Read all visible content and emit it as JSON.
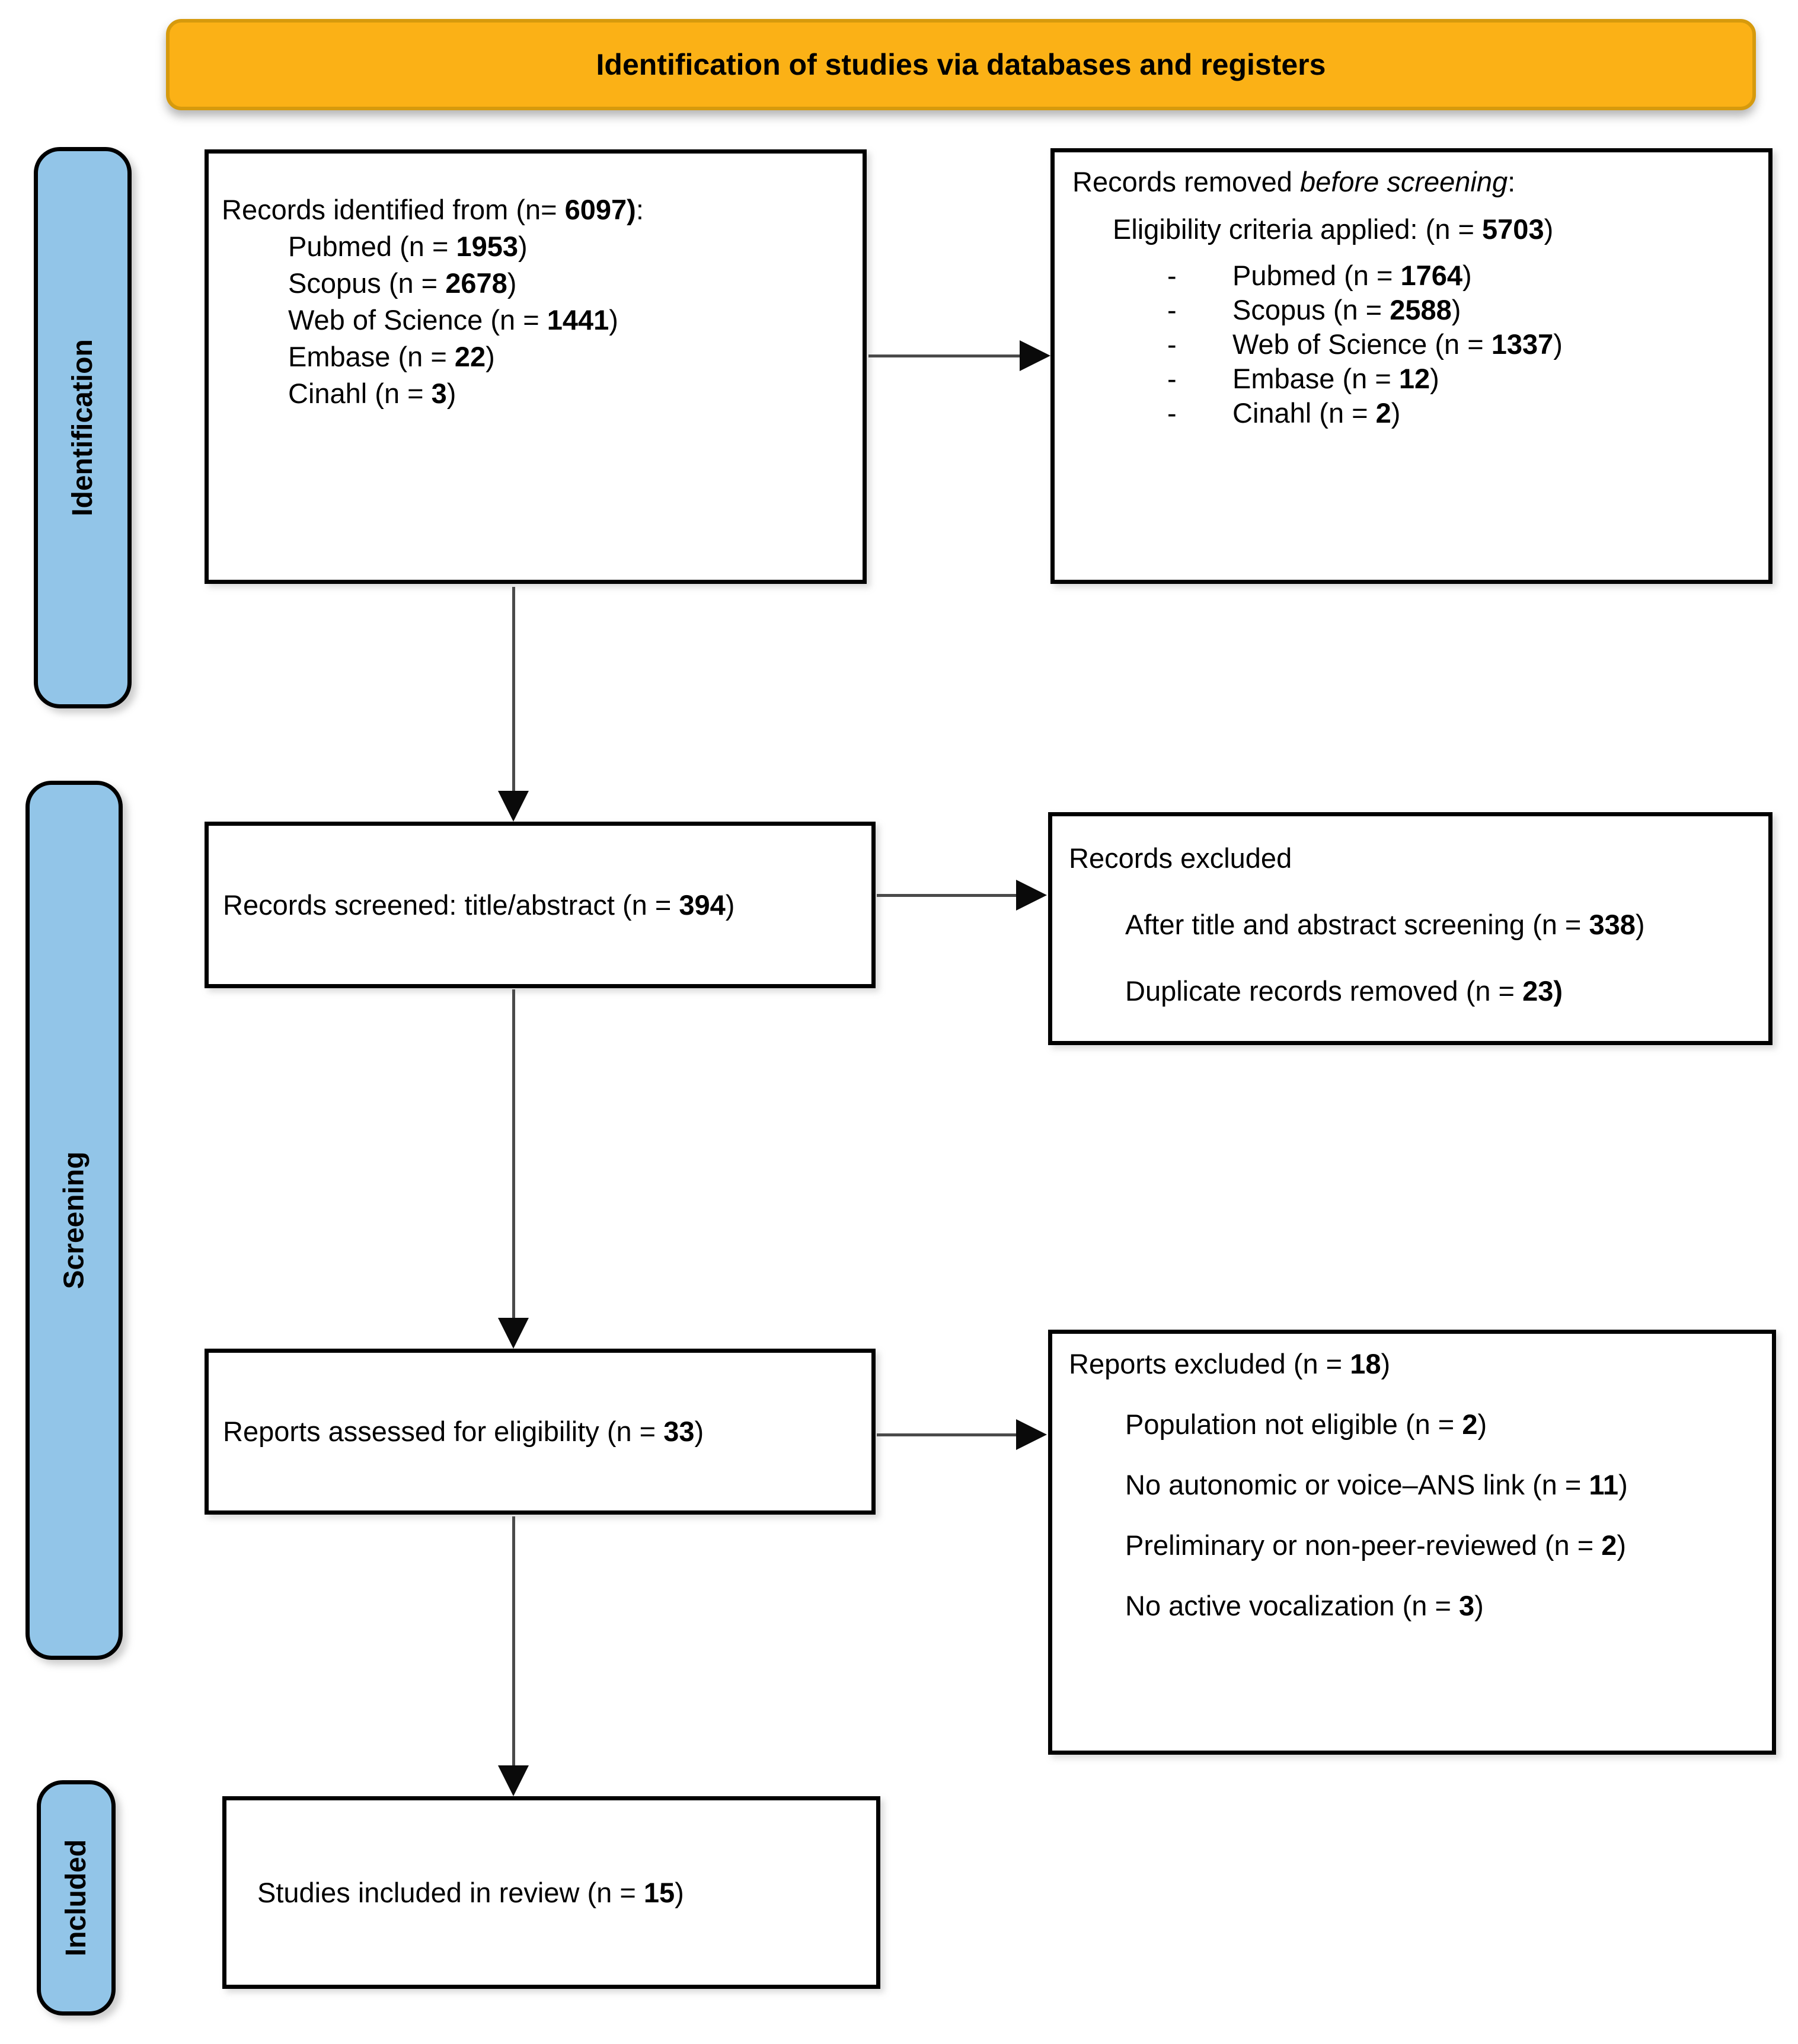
{
  "banner": {
    "label": "Identification of studies via databases and registers"
  },
  "stages": [
    {
      "label": "Identification"
    },
    {
      "label": "Screening"
    },
    {
      "label": "Included"
    }
  ],
  "colors": {
    "banner_fill": "#FBB116",
    "banner_border": "#D69A0D",
    "stage_fill": "#92C5E8",
    "box_border": "#000000",
    "arrow_line": "#4A4A4A",
    "arrow_head": "#0A0A0A"
  },
  "box_identified": {
    "line1": {
      "pre": "Records identified from (n= ",
      "bold": "6097)",
      "post": ":"
    },
    "items": [
      {
        "pre": "Pubmed (n = ",
        "bold": "1953",
        "post": ")"
      },
      {
        "pre": "Scopus (n = ",
        "bold": "2678",
        "post": ")"
      },
      {
        "pre": "Web of Science (n = ",
        "bold": "1441",
        "post": ")"
      },
      {
        "pre": "Embase (n = ",
        "bold": "22",
        "post": ")"
      },
      {
        "pre": "Cinahl (n = ",
        "bold": "3",
        "post": ")"
      }
    ]
  },
  "box_removed": {
    "line1": {
      "pre": "Records removed ",
      "italic": "before screening",
      "post": ":"
    },
    "line2": {
      "pre": "Eligibility criteria applied: (n = ",
      "bold": "5703",
      "post": ")"
    },
    "bullet": "-",
    "items": [
      {
        "pre": "Pubmed (n = ",
        "bold": "1764",
        "post": ")"
      },
      {
        "pre": "Scopus (n = ",
        "bold": "2588",
        "post": ")"
      },
      {
        "pre": "Web of Science (n = ",
        "bold": "1337",
        "post": ")"
      },
      {
        "pre": "Embase (n = ",
        "bold": "12",
        "post": ")"
      },
      {
        "pre": "Cinahl (n = ",
        "bold": "2",
        "post": ")"
      }
    ]
  },
  "box_screened": {
    "line": {
      "pre": "Records screened: title/abstract (n = ",
      "bold": "394",
      "post": ")"
    }
  },
  "box_excluded_records": {
    "line1": "Records excluded",
    "items": [
      {
        "pre": "After title and abstract screening (n = ",
        "bold": "338",
        "post": ")"
      },
      {
        "pre": "Duplicate records removed (n = ",
        "bold": "23)",
        "post": ""
      }
    ]
  },
  "box_assessed": {
    "line": {
      "pre": "Reports assessed for eligibility (n = ",
      "bold": "33",
      "post": ")"
    }
  },
  "box_excluded_reports": {
    "line1": {
      "pre": "Reports excluded (n = ",
      "bold": "18",
      "post": ")"
    },
    "items": [
      {
        "pre": "Population not eligible (n = ",
        "bold": "2",
        "post": ")"
      },
      {
        "pre": "No autonomic or voice–ANS link (n = ",
        "bold": "11",
        "post": ")"
      },
      {
        "pre": "Preliminary or non-peer-reviewed (n = ",
        "bold": "2",
        "post": ")"
      },
      {
        "pre": "No active vocalization (n = ",
        "bold": "3",
        "post": ")"
      }
    ]
  },
  "box_included": {
    "line": {
      "pre": "Studies included in review (n = ",
      "bold": "15",
      "post": ")"
    }
  }
}
